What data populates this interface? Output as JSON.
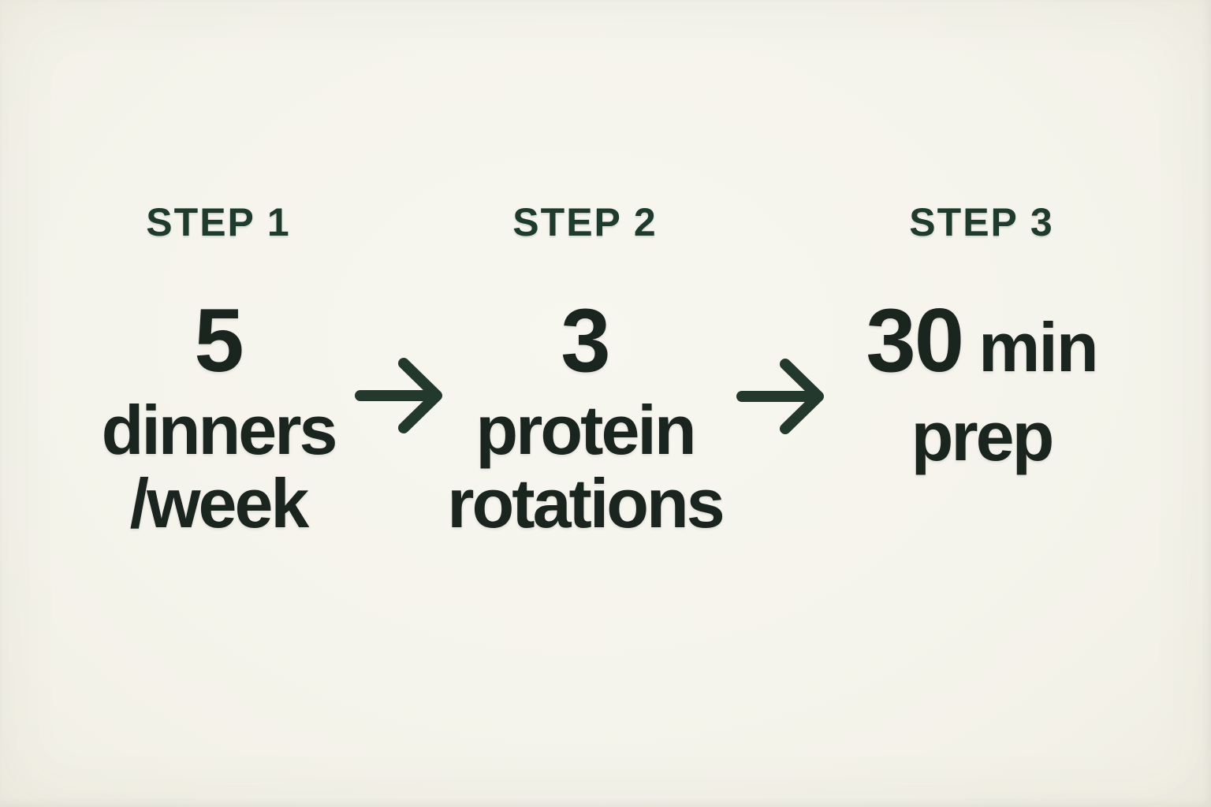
{
  "colors": {
    "background": "#f5f4ec",
    "step_label_green": "#1e3b2d",
    "body_text": "#1b2520",
    "arrow_green": "#24392e"
  },
  "steps": [
    {
      "label": "STEP 1",
      "big": "5",
      "lines": [
        "dinners",
        "/week"
      ]
    },
    {
      "label": "STEP 2",
      "big": "3",
      "lines": [
        "protein",
        "rotations"
      ]
    },
    {
      "label": "STEP 3",
      "big": "30",
      "big_suffix": "min",
      "lines": [
        "prep"
      ]
    }
  ],
  "arrows": [
    {
      "icon": "arrow-right"
    },
    {
      "icon": "arrow-right"
    }
  ]
}
